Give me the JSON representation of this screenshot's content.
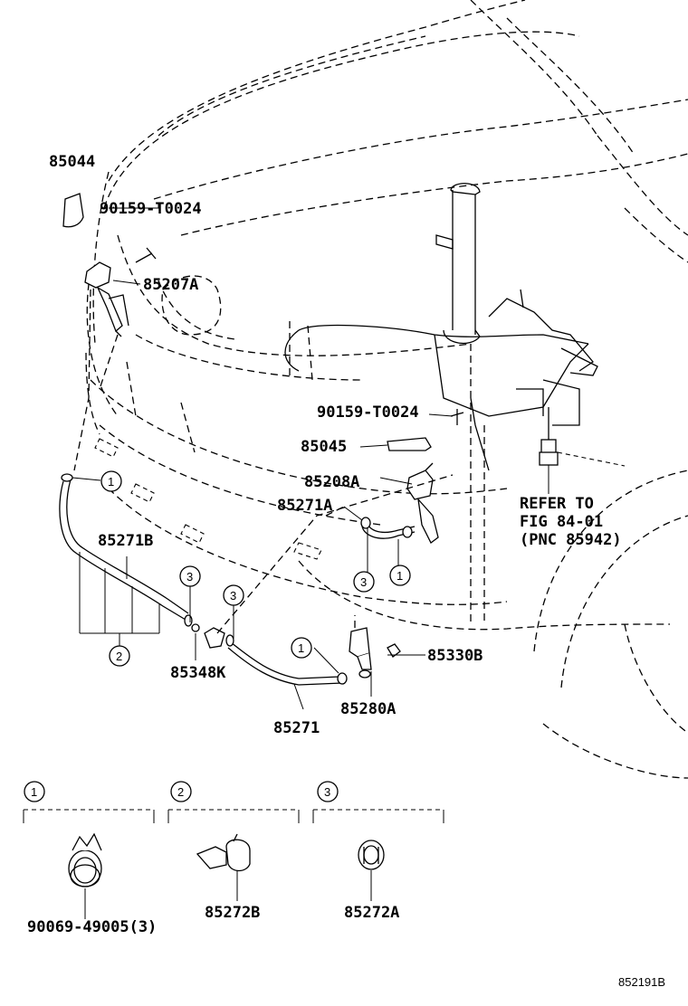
{
  "labels": {
    "p85044": "85044",
    "p90159_top": "90159-T0024",
    "p85207A": "85207A",
    "p90159_mid": "90159-T0024",
    "p85045": "85045",
    "p85208A": "85208A",
    "p85271A": "85271A",
    "p85271B": "85271B",
    "p85348K": "85348K",
    "p85271": "85271",
    "p85280A": "85280A",
    "p85330B": "85330B",
    "refer_line1": "REFER TO",
    "refer_line2": "FIG 84-01",
    "refer_line3": "(PNC 85942)",
    "p90069": "90069-49005(3)",
    "p85272B": "85272B",
    "p85272A": "85272A",
    "figure_code": "852191B"
  },
  "callouts": {
    "c1": "1",
    "c2": "2",
    "c3": "3"
  }
}
